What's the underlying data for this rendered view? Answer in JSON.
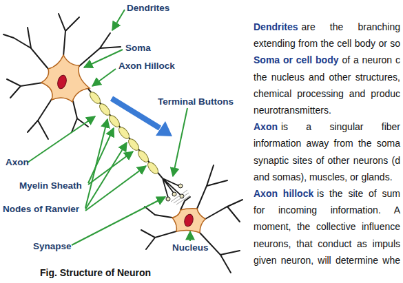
{
  "diagram": {
    "caption": "Fig. Structure of Neuron",
    "labels": [
      "Dendrites",
      "Soma",
      "Axon Hillock",
      "Terminal Buttons",
      "Axon",
      "Myelin Sheath",
      "Nodes of Ranvier",
      "Synapse",
      "Nucleus",
      "Dendrites",
      "are the branching",
      "extending from the cell body or so",
      "Soma or cell body",
      "of a neuron c",
      "the nucleus and other structures,",
      "chemical processing and produc",
      "neurotransmitters.",
      "Axon",
      "is a singular fiber",
      "information away from the soma",
      "synaptic sites of other neurons (d",
      "and somas), muscles, or glands.",
      "Axon hillock",
      "is the site of sum",
      "for incoming information. A",
      "moment, the collective influence",
      "neurons, that conduct as impuls",
      "given neuron, will determine whe"
    ]
  }
}
